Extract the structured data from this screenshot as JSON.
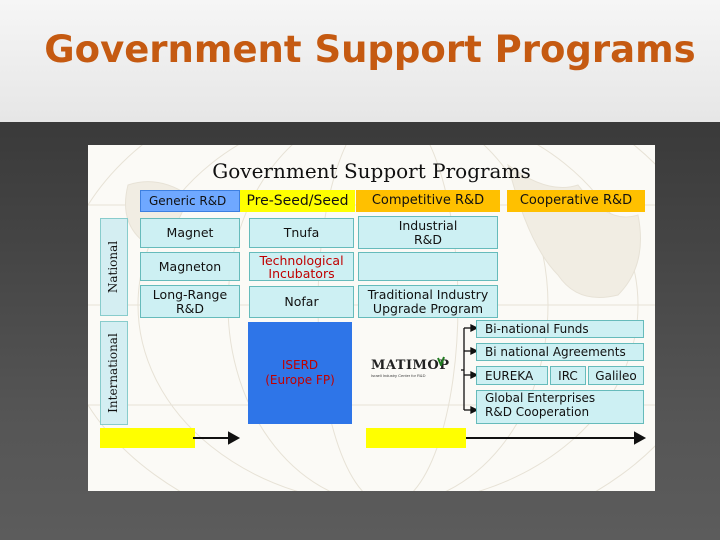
{
  "slide": {
    "title": "Government Support Programs"
  },
  "figure": {
    "title": "Government Support Programs",
    "columns": {
      "generic": "Generic R&D",
      "preseed": "Pre-Seed/Seed",
      "competitive": "Competitive R&D",
      "cooperative": "Cooperative R&D"
    },
    "rows": {
      "national": "National",
      "international": "International"
    },
    "national": {
      "magnet": "Magnet",
      "magneton": "Magneton",
      "long_range_1": "Long-Range",
      "long_range_2": "R&D",
      "tnufa": "Tnufa",
      "tech_inc_1": "Technological",
      "tech_inc_2": "Incubators",
      "nofar": "Nofar",
      "industrial_1": "Industrial",
      "industrial_2": "R&D",
      "traditional_1": "Traditional Industry",
      "traditional_2": "Upgrade Program"
    },
    "international": {
      "iserd_1": "ISERD",
      "iserd_2": "(Europe FP)",
      "matimop_logo": "MATIMOP",
      "matimop_sub": "Israeli Industry Center for R&D",
      "binational_funds": "Bi-national Funds",
      "binational_agreements": "Bi national Agreements",
      "eureka": "EUREKA",
      "irc": "IRC",
      "galileo": "Galileo",
      "global_1": "Global Enterprises",
      "global_2": "R&D Cooperation"
    },
    "colors": {
      "generic": "#6fa8ff",
      "preseed": "#ffff00",
      "competitive": "#ffc000",
      "cooperative": "#ffc000",
      "cell": "#cdf0f3",
      "iserd": "#2e75e8",
      "title": "#c55a11"
    }
  }
}
